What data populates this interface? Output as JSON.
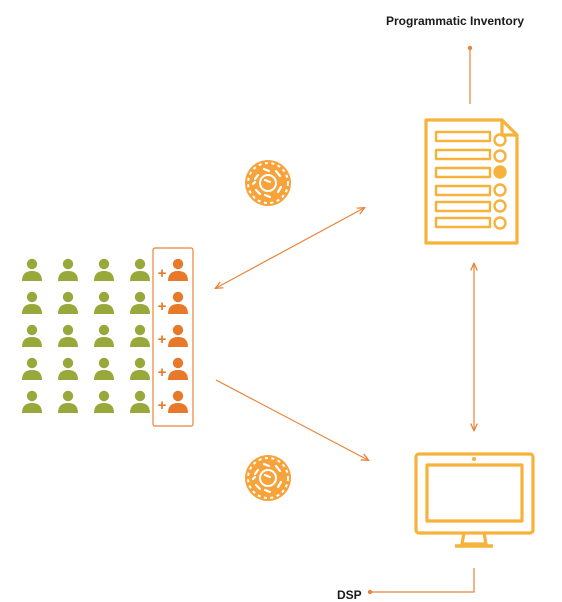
{
  "labels": {
    "inventory": "Programmatic Inventory",
    "dsp": "DSP"
  },
  "audience_grid": {
    "rows": 5,
    "green_columns": 4,
    "highlight_columns": 1,
    "plus_sign": "+"
  },
  "colors": {
    "green": "#98a83a",
    "orange": "#e8782a",
    "device_yellow": "#f7b23b",
    "connector": "#e8843a",
    "cookie": "#f7a33b",
    "text": "#1a1a1a"
  },
  "icons": {
    "server": "server-list-icon",
    "monitor": "monitor-icon",
    "cookie": "cookie-icon",
    "person": "person-icon"
  }
}
